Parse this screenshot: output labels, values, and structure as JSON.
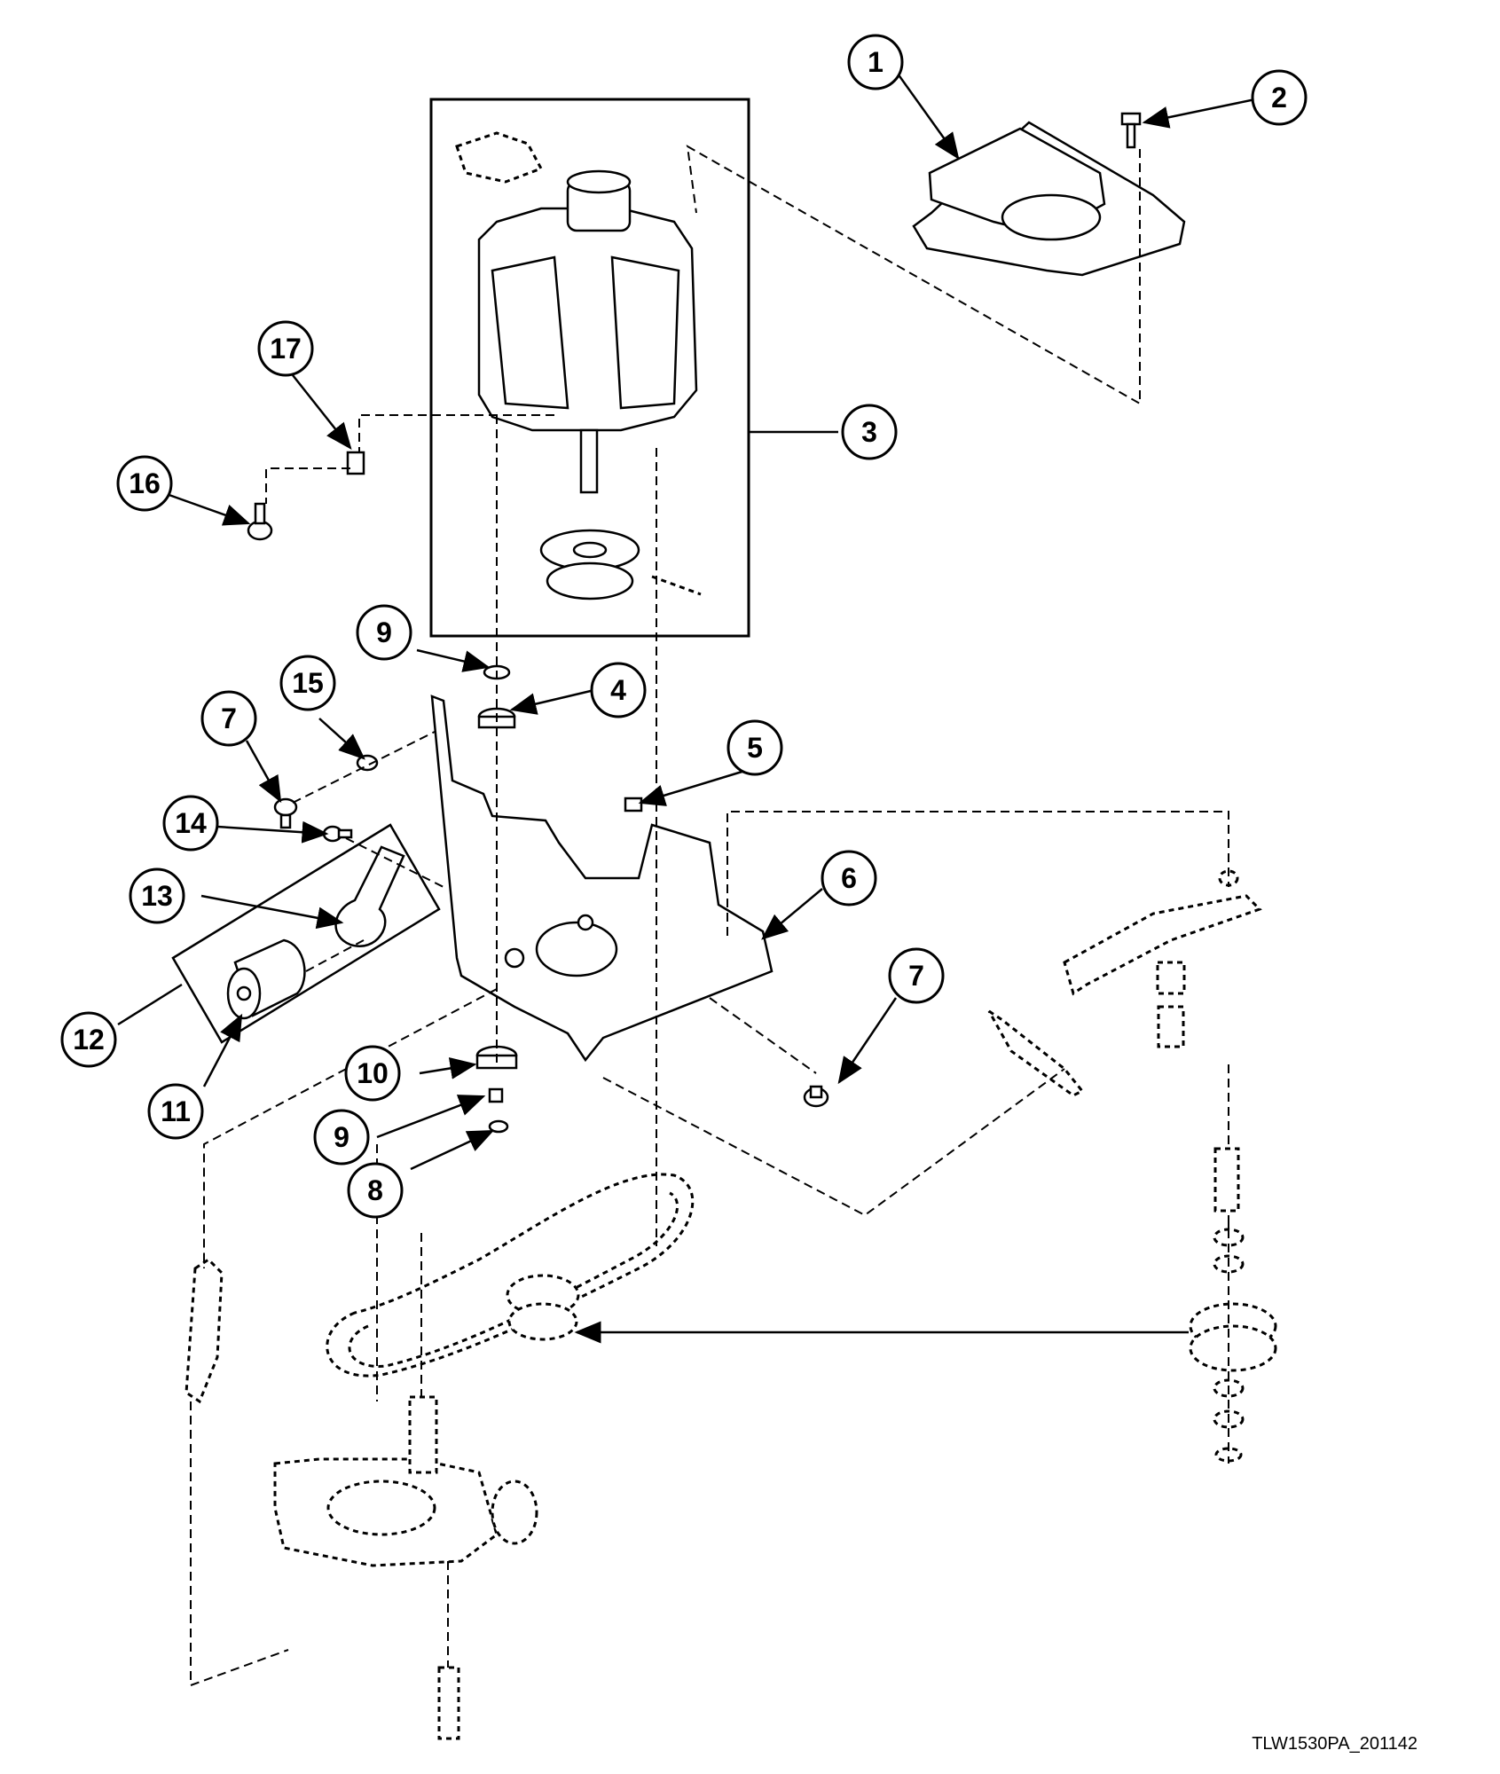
{
  "diagram_code": "TLW1530PA_201142",
  "callouts": [
    {
      "label": "1"
    },
    {
      "label": "2"
    },
    {
      "label": "3"
    },
    {
      "label": "4"
    },
    {
      "label": "5"
    },
    {
      "label": "6"
    },
    {
      "label": "7"
    },
    {
      "label": "7"
    },
    {
      "label": "8"
    },
    {
      "label": "9"
    },
    {
      "label": "9"
    },
    {
      "label": "10"
    },
    {
      "label": "11"
    },
    {
      "label": "12"
    },
    {
      "label": "13"
    },
    {
      "label": "14"
    },
    {
      "label": "15"
    },
    {
      "label": "16"
    },
    {
      "label": "17"
    }
  ]
}
